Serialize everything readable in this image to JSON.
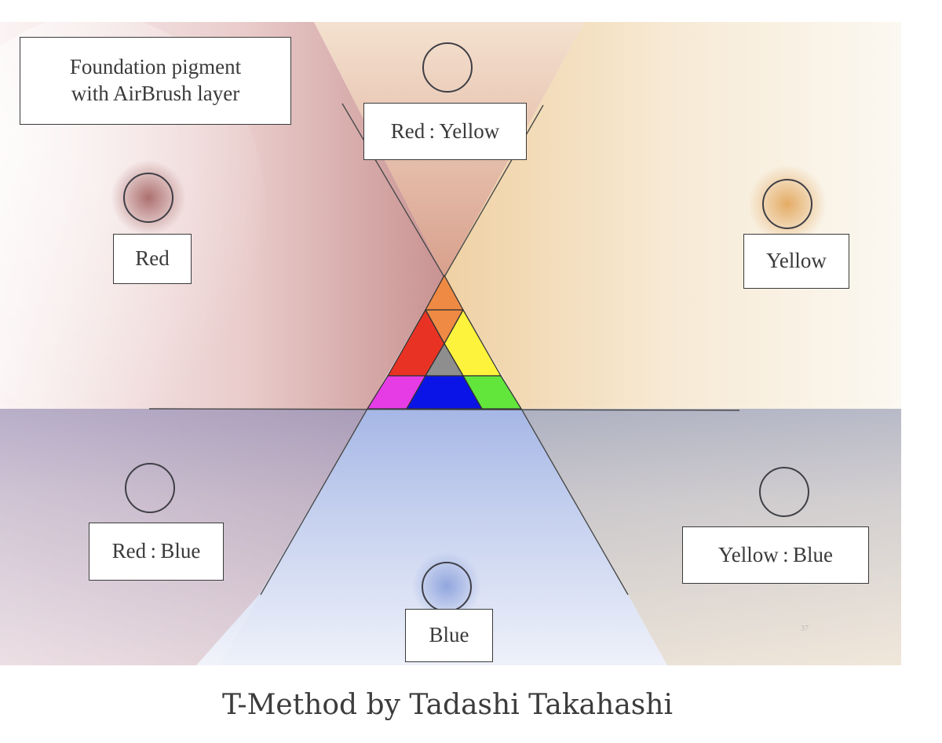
{
  "title_box": {
    "line1": "Foundation pigment",
    "line2": "with AirBrush layer"
  },
  "labels": {
    "red": "Red",
    "yellow": "Yellow",
    "blue": "Blue",
    "red_yellow": "Red : Yellow",
    "red_blue": "Red : Blue",
    "yellow_blue": "Yellow : Blue"
  },
  "page_number": "37",
  "caption": "T-Method by Tadashi Takahashi",
  "colors": {
    "red_wash": "#b47a7a",
    "yellow_wash": "#e6b87a",
    "blue_wash": "#8ea4d8",
    "triangle_top": "#ef8a44",
    "triangle_red": "#e83324",
    "triangle_yellow": "#fef33c",
    "triangle_center": "#8e8e8e",
    "triangle_magenta": "#e63ce6",
    "triangle_blue": "#0a14e6",
    "triangle_green": "#62e63c"
  }
}
